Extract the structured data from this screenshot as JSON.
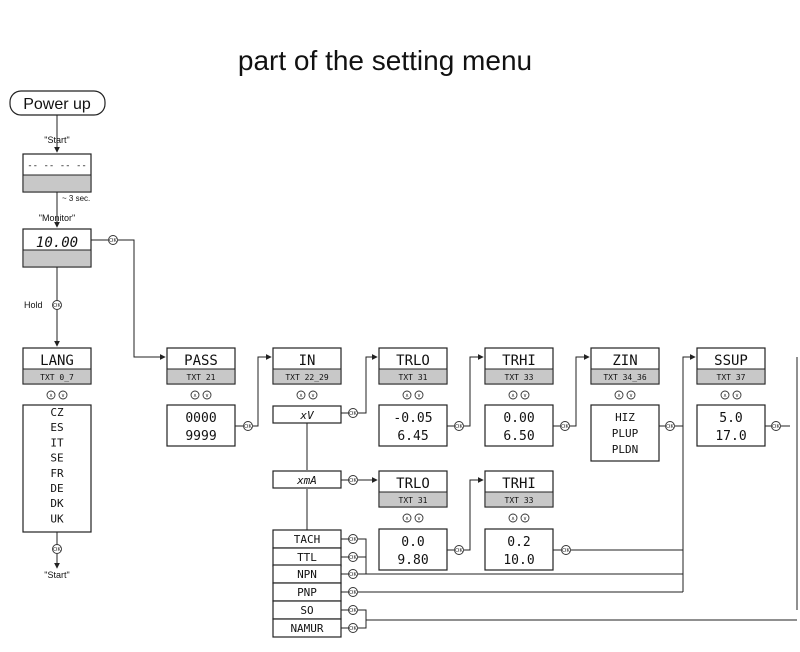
{
  "title": "part of the setting menu",
  "power_up": "Power up",
  "start_label": "\"Start\"",
  "delay_label": "~ 3 sec.",
  "monitor_label": "\"Monitor\"",
  "boot_display": "-- -- -- --",
  "monitor_value": "10.00",
  "hold_label": "Hold",
  "ok_label": "OK",
  "end_label": "\"Start\"",
  "menus": [
    {
      "name": "LANG",
      "code": "TXT 0_7"
    },
    {
      "name": "PASS",
      "code": "TXT 21"
    },
    {
      "name": "IN",
      "code": "TXT 22_29"
    },
    {
      "name": "TRLO",
      "code": "TXT 31"
    },
    {
      "name": "TRHI",
      "code": "TXT 33"
    },
    {
      "name": "ZIN",
      "code": "TXT 34_36"
    },
    {
      "name": "SSUP",
      "code": "TXT 37"
    }
  ],
  "lang_options": [
    "CZ",
    "ES",
    "IT",
    "SE",
    "FR",
    "DE",
    "DK",
    "UK"
  ],
  "pass_values": [
    "0000",
    "9999"
  ],
  "in_options": [
    "xV",
    "xmA",
    "TACH",
    "TTL",
    "NPN",
    "PNP",
    "SO",
    "NAMUR"
  ],
  "trlo_values": [
    "-0.05",
    "6.45"
  ],
  "trhi_values": [
    "0.00",
    "6.50"
  ],
  "zin_options": [
    "HIZ",
    "PLUP",
    "PLDN"
  ],
  "ssup_values": [
    "5.0",
    "17.0"
  ],
  "sub_menus": [
    {
      "name": "TRLO",
      "code": "TXT 31"
    },
    {
      "name": "TRHI",
      "code": "TXT 33"
    }
  ],
  "sub_trlo_values": [
    "0.0",
    "9.80"
  ],
  "sub_trhi_values": [
    "0.2",
    "10.0"
  ]
}
